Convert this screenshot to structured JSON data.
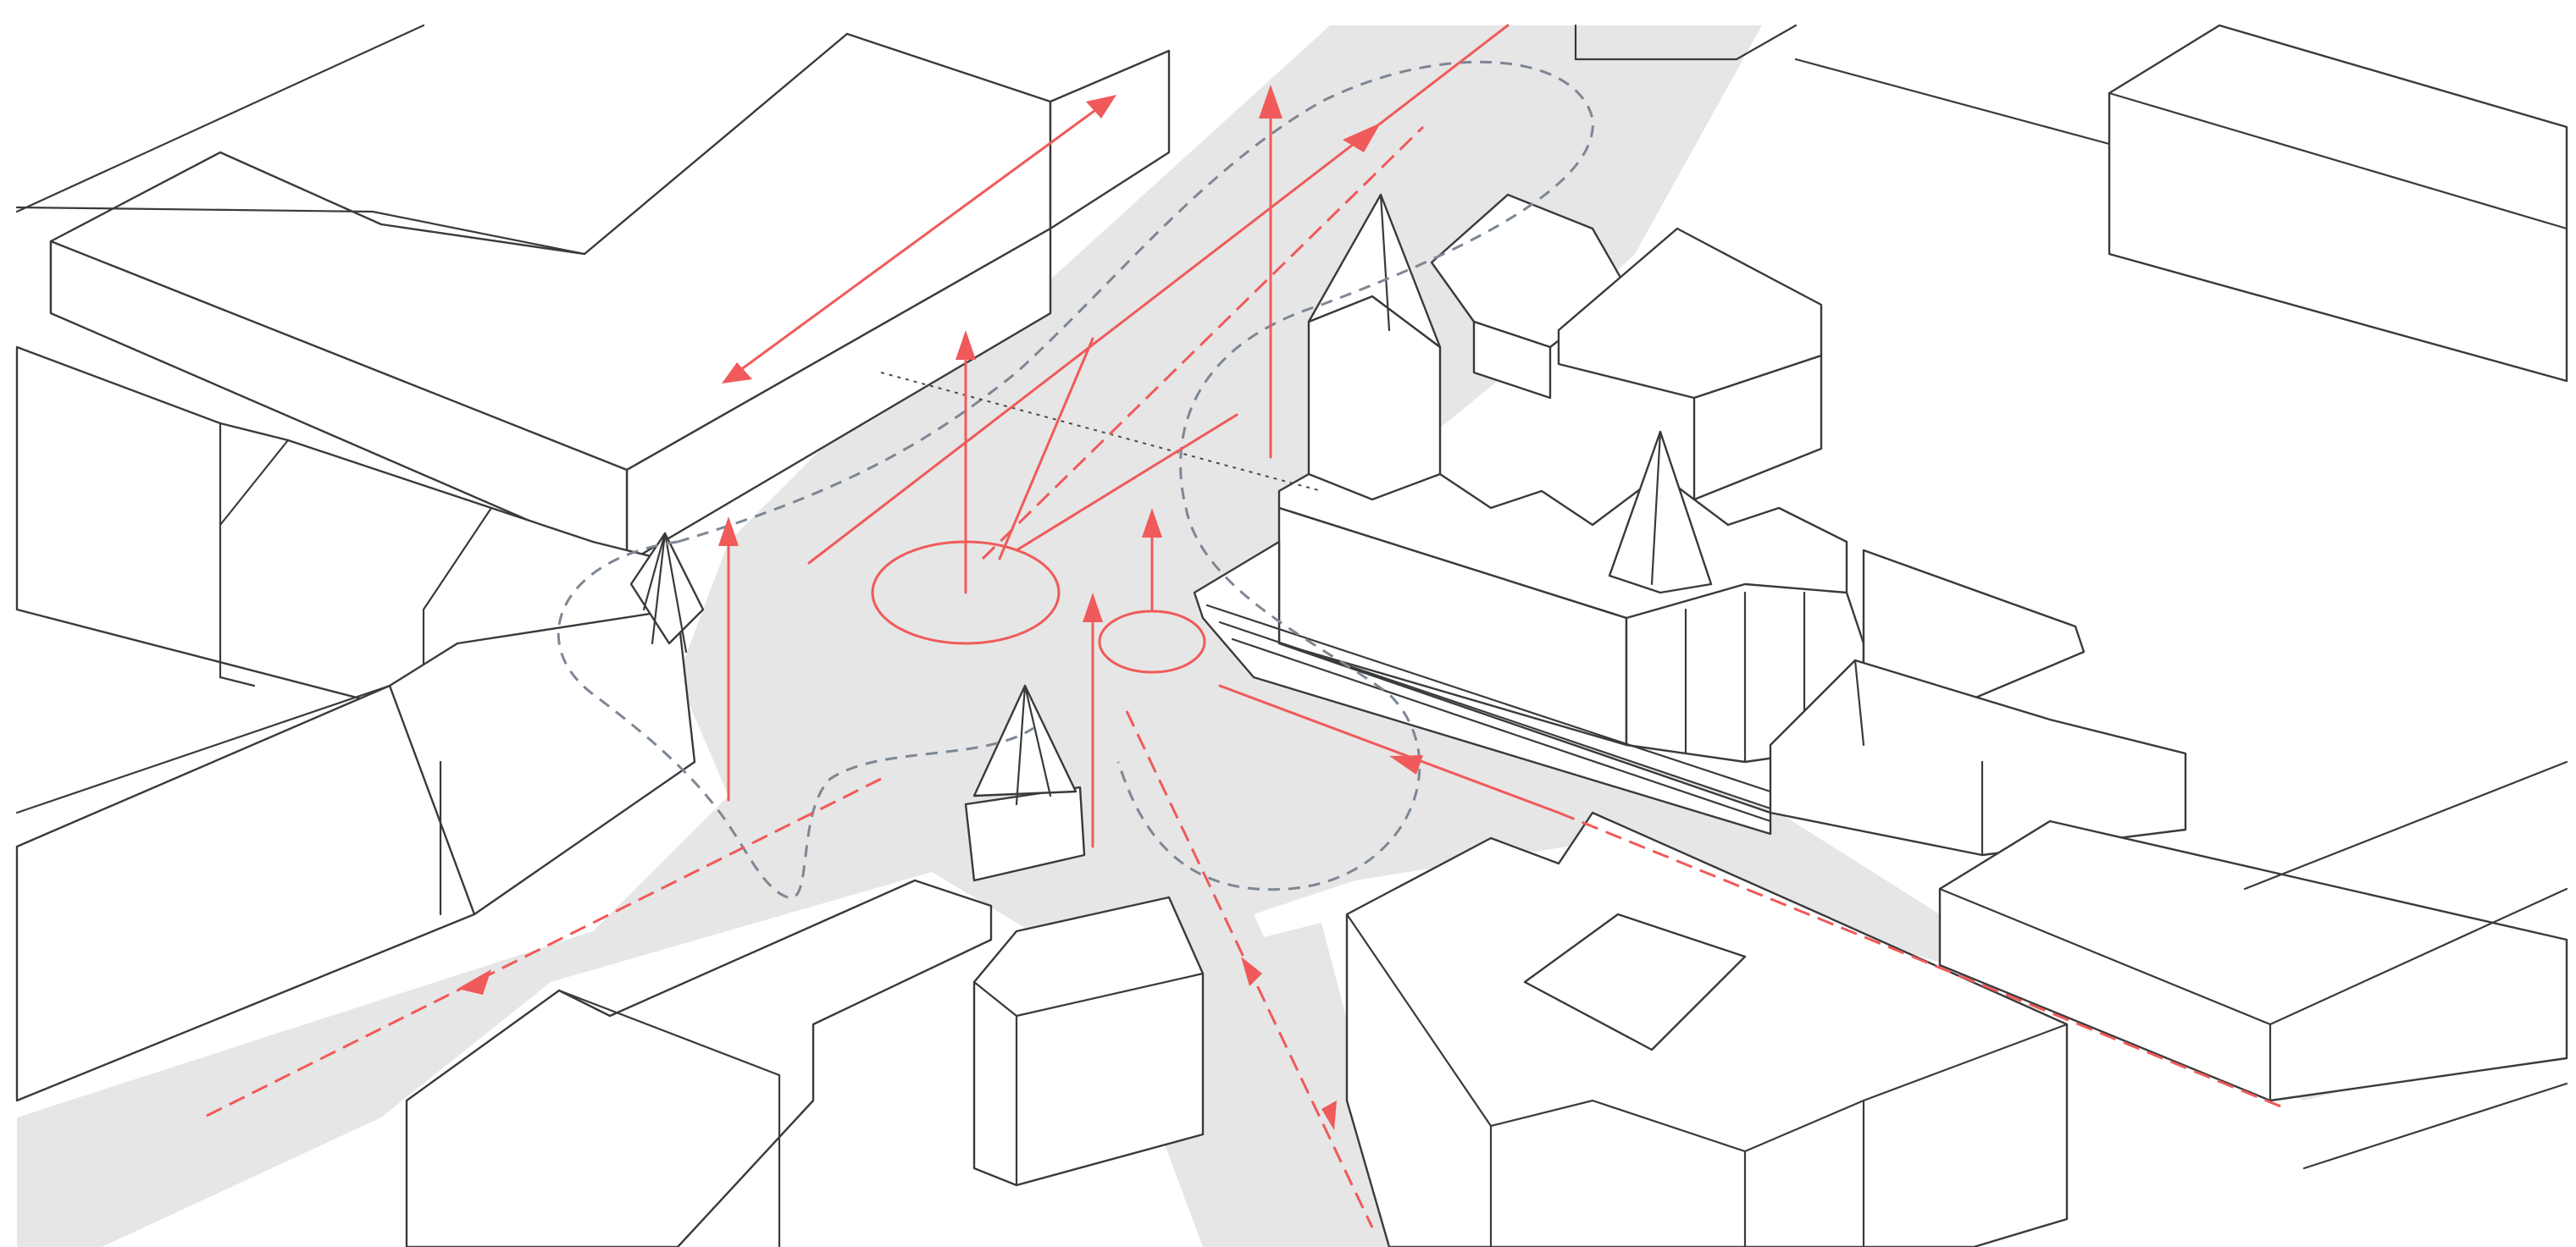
{
  "diagram": {
    "type": "isometric-urban-site-plan",
    "colors": {
      "building_outline": "#3a3a3a",
      "public_space_fill": "#e6e6e6",
      "movement_lines": "#f05a5a",
      "activity_zone_outline": "#7d8794"
    },
    "elements": [
      "building-blocks",
      "church-with-spire",
      "corner-turrets",
      "public-square",
      "movement-arrows",
      "gathering-circles",
      "activity-zone-boundaries"
    ]
  }
}
